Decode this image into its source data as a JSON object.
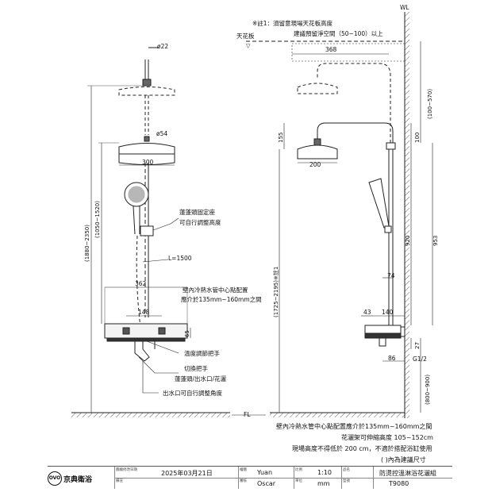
{
  "header": {
    "wl": "WL",
    "note1": "※註1：須留意現場天花板高度",
    "note2": "建議預留淨空間（50~100）以上",
    "ceiling": "天花板",
    "fl": "FL"
  },
  "front_view": {
    "d_pipe": "ø22",
    "d_handshower": "ø54",
    "w_head": "300",
    "total_height": "(1880~2350)",
    "adjust_height": "(1050~1520)",
    "hose_length": "L=1500",
    "w_body": "362",
    "w_spacing": "148",
    "h_65": "65",
    "label_holder1": "蓮蓬頭固定座",
    "label_holder2": "可自行調整高度",
    "label_pos1": "壁內冷熱水管中心點配置",
    "label_pos2": "應介於135mm~160mm之間",
    "label_temp": "溫度調節把手",
    "label_switch1": "切換把手",
    "label_switch2": "蓮蓬頭/出水口/花灑",
    "label_spout": "出水口可自行調整角度"
  },
  "side_view": {
    "w_368": "368",
    "h_100_570": "(100~570)",
    "h_155": "155",
    "h_100": "100",
    "w_200": "200",
    "h_920": "920",
    "h_953": "953",
    "h_1725": "(1725~2195)※註1",
    "w_74": "74",
    "w_43": "43",
    "w_140": "140",
    "h_27": "27",
    "w_86": "86",
    "g12": "G1/2",
    "h_800_900": "(800~900)"
  },
  "notes": [
    "壁內冷熱水管中心點配置應介於135mm~160mm之間",
    "花灑架可伸縮高度 105~152cm",
    "現場高度不得低於 200 cm，不適於搭配浴缸使用",
    "(        )內為建議尺寸"
  ],
  "title_block": {
    "logo": "OVO",
    "company": "京典衛浴",
    "label_date": "圖繪修改日期",
    "date": "2025年03月21日",
    "label_drawer": "繪圖",
    "drawer": "Yuan",
    "label_scale": "比例",
    "scale": "1:10",
    "label_product": "品名",
    "product": "防燙控溫淋浴花灑組",
    "label_remark": "備註",
    "label_checker": "審核",
    "checker": "Oscar",
    "label_unit": "單位",
    "unit": "mm",
    "label_model": "型號",
    "model": "T9080"
  }
}
